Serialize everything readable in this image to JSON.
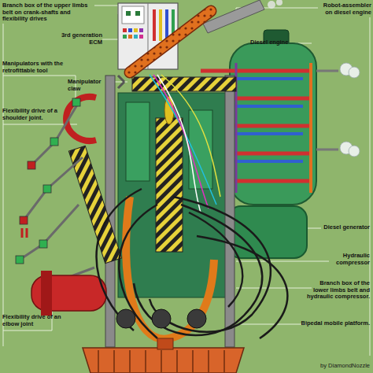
{
  "diagram": {
    "labels": [
      "Branch box of the upper limbs belt on crank-shafts and flexibility drives",
      "3rd generation ECM",
      "Manipulators with the retrofittable tool",
      "Manipulator claw",
      "Flexibility drive of a shoulder joint.",
      "Flexibility drive of an elbow joint",
      "Robot-assembler on diesel engine",
      "Diesel engine",
      "Diesel generator",
      "Hydraulic compressor",
      "Branch box of the lower limbs belt and hydraulic compressor.",
      "Bipedal mobile platform.",
      "by DiamondNozzle"
    ]
  }
}
